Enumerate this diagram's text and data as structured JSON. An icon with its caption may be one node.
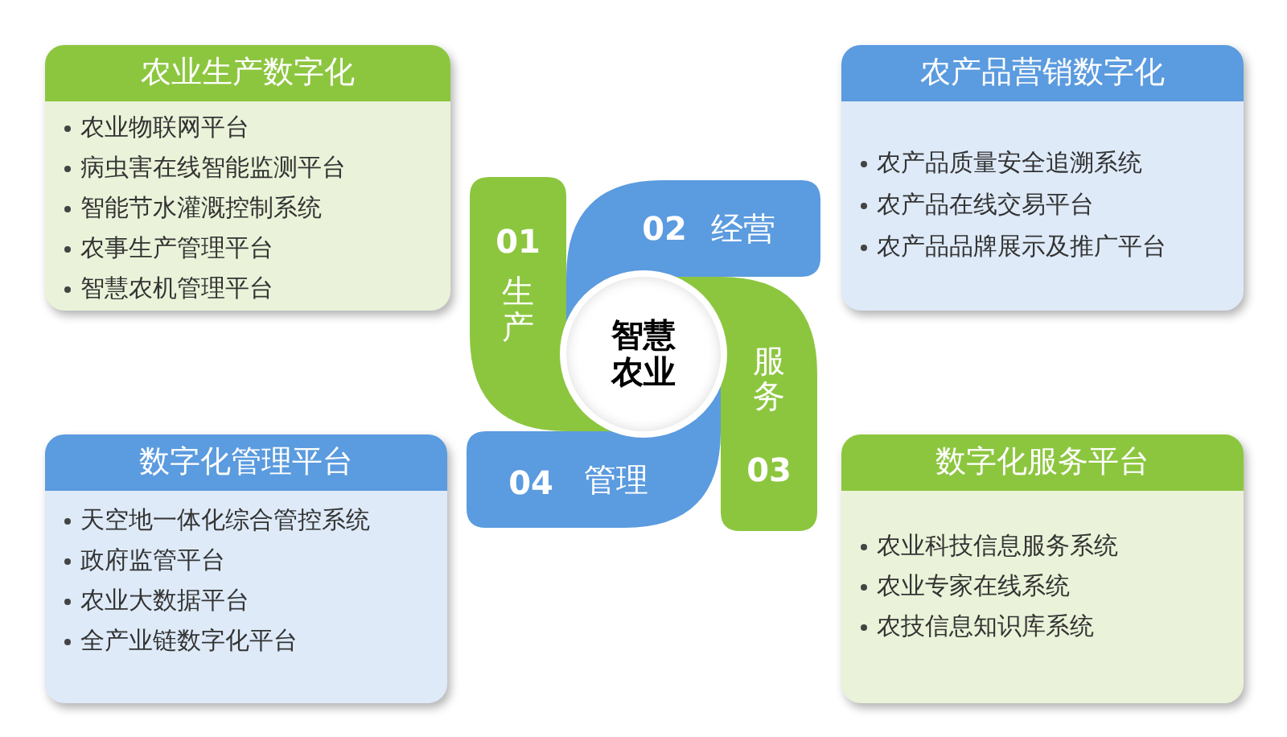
{
  "diagram": {
    "nodes": [
      {
        "text": [
          "农业生产数字化",
          "农业物联网平台",
          "病虫害在线智能监测平台",
          "智能节水灌溉控制系统",
          "农事生产管理平台",
          "智慧农机管理平台"
        ]
      },
      {
        "text": [
          "农产品营销数字化",
          "农产品质量安全追溯系统",
          "农产品在线交易平台",
          "农产品品牌展示及推广平台"
        ]
      },
      {
        "text": [
          "01",
          "生产"
        ]
      },
      {
        "text": [
          "02",
          "经营"
        ]
      },
      {
        "text": [
          "智慧农业"
        ]
      },
      {
        "text": [
          "服务",
          "03"
        ]
      },
      {
        "text": [
          "04",
          "管理"
        ]
      },
      {
        "text": [
          "数字化管理平台",
          "天空地一体化综合管控系统",
          "政府监管平台",
          "农业大数据平台",
          "全产业链数字化平台"
        ]
      },
      {
        "text": [
          "数字化服务平台",
          "农业科技信息服务系统",
          "农业专家在线系统",
          "农技信息知识库系统"
        ]
      }
    ]
  }
}
